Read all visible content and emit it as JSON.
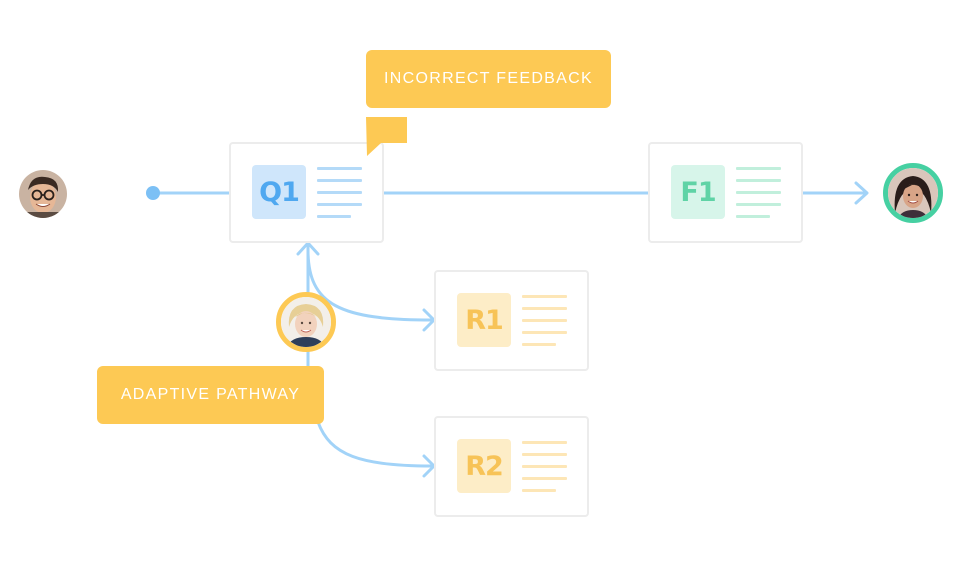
{
  "callouts": {
    "incorrect_feedback": "INCORRECT FEEDBACK",
    "adaptive_pathway": "ADAPTIVE PATHWAY"
  },
  "cards": {
    "q1": {
      "label": "Q1",
      "color": "#4fa8f0",
      "bg": "#cfe6fb",
      "line": "#b4daf8"
    },
    "f1": {
      "label": "F1",
      "color": "#5fd3a6",
      "bg": "#d7f5ea",
      "line": "#c1efdc"
    },
    "r1": {
      "label": "R1",
      "color": "#f7c357",
      "bg": "#fdedc7",
      "line": "#fde6b6"
    },
    "r2": {
      "label": "R2",
      "color": "#f7c357",
      "bg": "#fdedc7",
      "line": "#fde6b6"
    }
  },
  "avatars": {
    "learner_start": "learner-avatar",
    "instructor": "instructor-avatar",
    "learner_end": "learner-finish-avatar"
  },
  "colors": {
    "connector": "#a2d3f8",
    "callout": "#fdc954",
    "end_ring": "#46d0a2",
    "instructor_ring": "#fdc954"
  }
}
